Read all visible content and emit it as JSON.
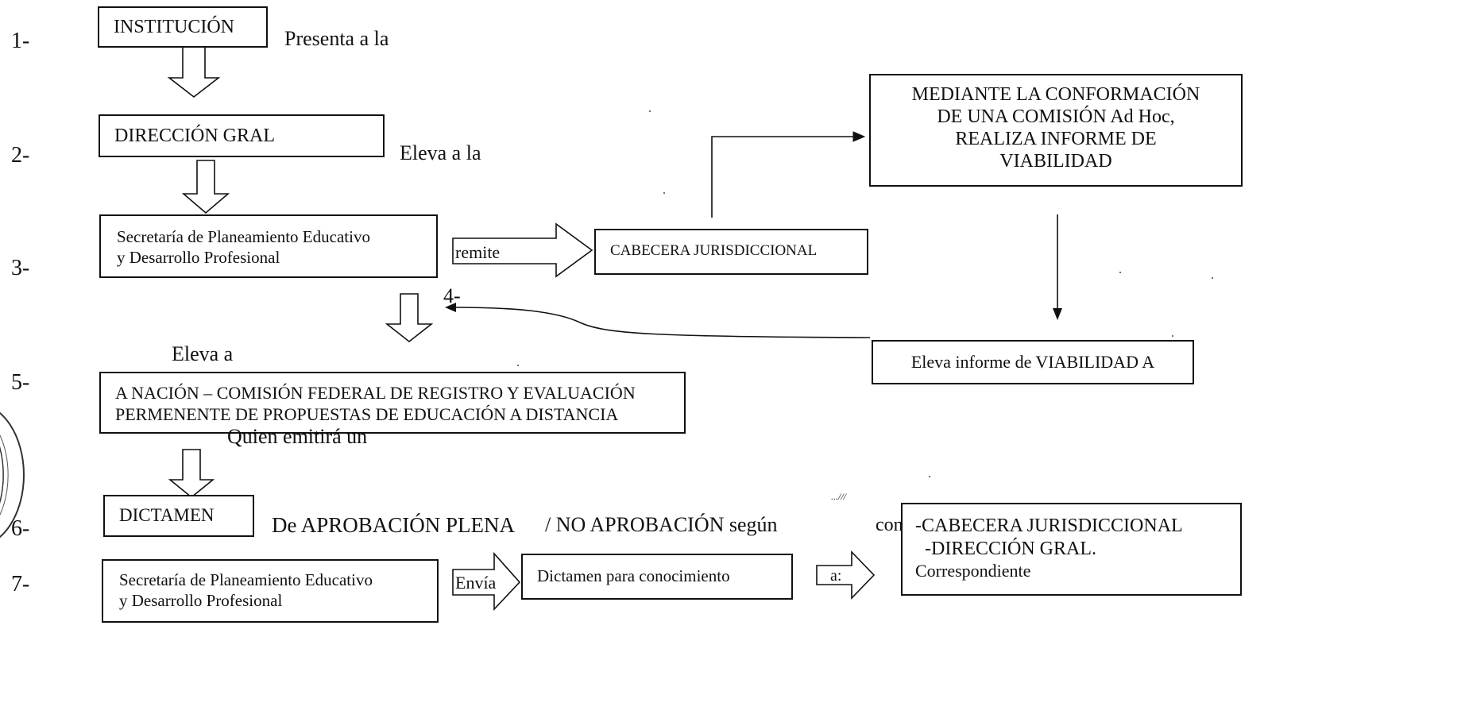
{
  "steps": [
    "1-",
    "2-",
    "3-",
    "4-",
    "5-",
    "6-",
    "7-"
  ],
  "boxes": {
    "institucion": "INSTITUCIÓN",
    "direccion_gral": "DIRECCIÓN GRAL",
    "secretaria": {
      "line1": "Secretaría de Planeamiento Educativo",
      "line2": "y Desarrollo Profesional"
    },
    "cabecera": "CABECERA JURISDICCIONAL",
    "comision_adhoc": {
      "line1": "MEDIANTE LA CONFORMACIÓN",
      "line2": "DE UNA COMISIÓN Ad Hoc,",
      "line3": "REALIZA INFORME DE",
      "line4": "VIABILIDAD"
    },
    "eleva_informe": "Eleva informe de VIABILIDAD A",
    "nacion": {
      "line1": "A NACIÓN – COMISIÓN FEDERAL DE REGISTRO Y EVALUACIÓN",
      "line2": "PERMENENTE DE PROPUESTAS DE EDUCACIÓN A DISTANCIA"
    },
    "dictamen": "DICTAMEN",
    "secretaria_7": {
      "line1": "Secretaría de Planeamiento Educativo",
      "line2": "y Desarrollo Profesional"
    },
    "dictamen_conocimiento": "Dictamen para conocimiento",
    "destinatarios": {
      "line1": "-CABECERA JURISDICCIONAL",
      "line2": "-DIRECCIÓN GRAL.",
      "line3": "Correspondiente"
    }
  },
  "notes": {
    "presenta": "Presenta a la",
    "eleva_a_la": "Eleva a la",
    "remite": "remite",
    "eleva_a": "Eleva a",
    "quien_emitira": "Quien emitirá un",
    "aprobacion": "De APROBACIÓN PLENA",
    "no_aprobacion": "/ NO APROBACIÓN según",
    "con": "con",
    "envia": "Envía",
    "a": "a:",
    "page_mark": "...///"
  }
}
